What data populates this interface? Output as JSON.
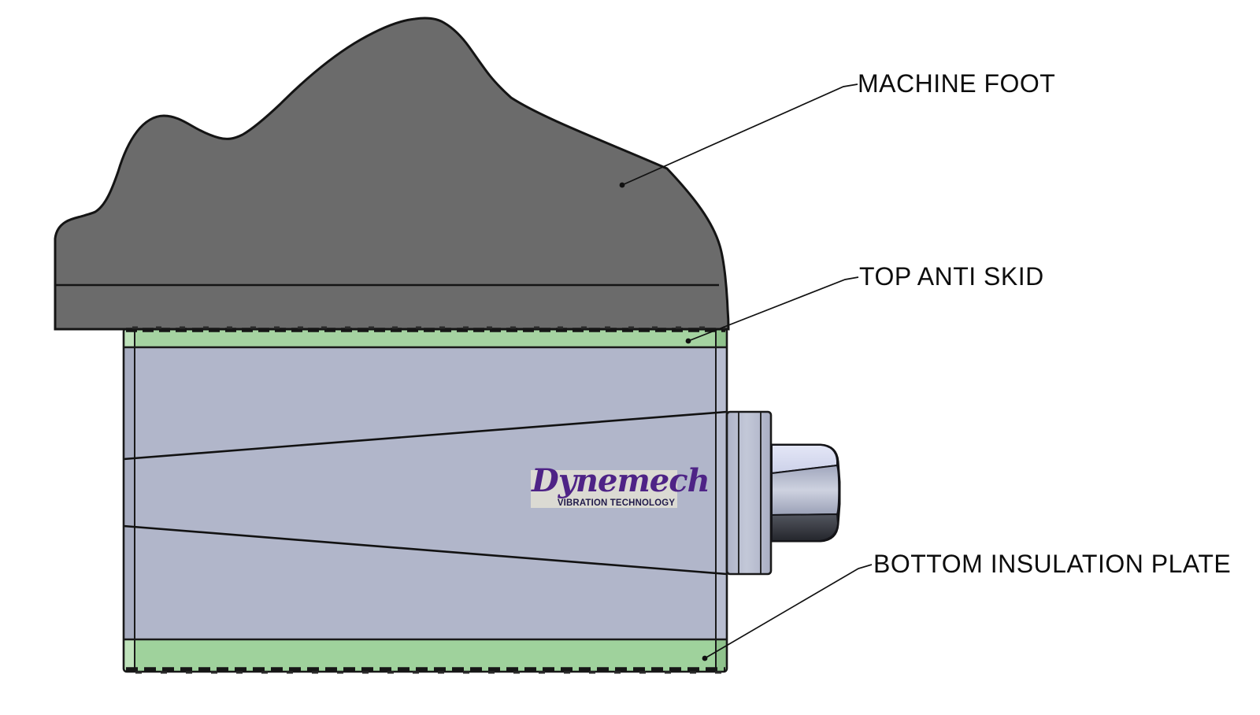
{
  "diagram": {
    "callouts": {
      "machine_foot": "MACHINE FOOT",
      "top_anti_skid": "TOP ANTI SKID",
      "bottom_insulation_plate": "BOTTOM INSULATION PLATE"
    },
    "logo": {
      "brand": "Dynemech",
      "tagline": "VIBRATION TECHNOLOGY"
    }
  },
  "colors": {
    "foot-gray": "#6b6b6b",
    "body-lavender": "#b1b6ca",
    "body-edge-left": "#a8adc1",
    "body-edge-right": "#b8bdd0",
    "green-top": "#a5d3a1",
    "green-bottom": "#9fd29c",
    "green-edge-light": "#bfe2bb",
    "green-edge-dark": "#8fc28c",
    "outline-ink": "#1a1a1a",
    "label-ink": "#0d0d0d",
    "logo-bg": "#dbdad3",
    "brand-purple": "#4e2386",
    "tagline-navy": "#201a4a"
  }
}
